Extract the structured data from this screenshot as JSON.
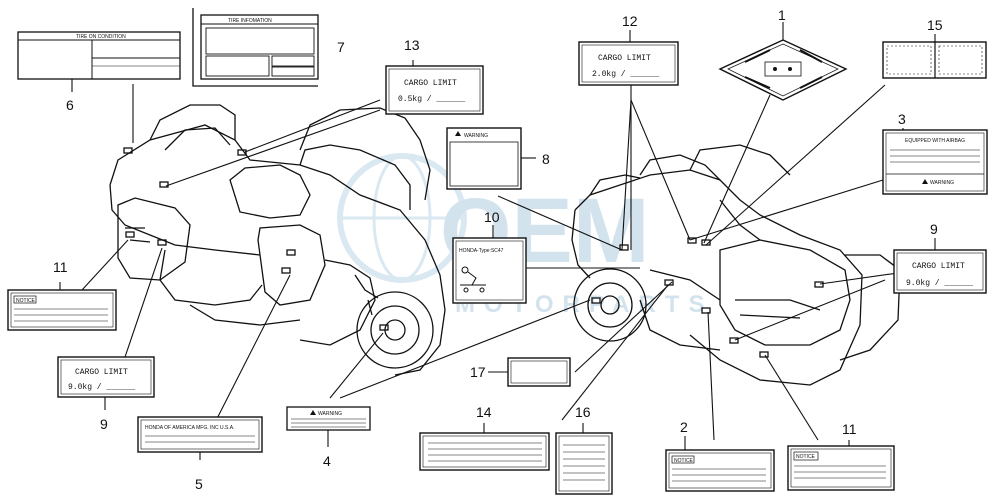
{
  "watermark": {
    "big": "OEM",
    "sub": "MOTORPARTS"
  },
  "labels": {
    "cargo_limit_title": "CARGO LIMIT",
    "cargo_13_value": "0.5kg  /  ______",
    "cargo_12_value": "2.0kg  /  ______",
    "cargo_9_value": "9.0kg  /  ______",
    "warning": "WARNING",
    "notice": "NOTICE",
    "tire_information": "TIRE INFOMATION",
    "tire_on_condition": "TIRE ON CONDITION",
    "equipped_airbag": "EQUIPPED WITH AIRBAG",
    "honda_type": "HONDA-Type:SC47",
    "honda_america": "HONDA OF AMERICA MFG. INC U.S.A."
  },
  "callouts": {
    "n1": "1",
    "n2": "2",
    "n3": "3",
    "n4": "4",
    "n5": "5",
    "n6": "6",
    "n7": "7",
    "n8": "8",
    "n9a": "9",
    "n9b": "9",
    "n10": "10",
    "n11a": "11",
    "n11b": "11",
    "n12": "12",
    "n13": "13",
    "n14": "14",
    "n15": "15",
    "n16": "16",
    "n17": "17"
  },
  "colors": {
    "ink": "#111111",
    "watermark": "#cfe0ec"
  }
}
